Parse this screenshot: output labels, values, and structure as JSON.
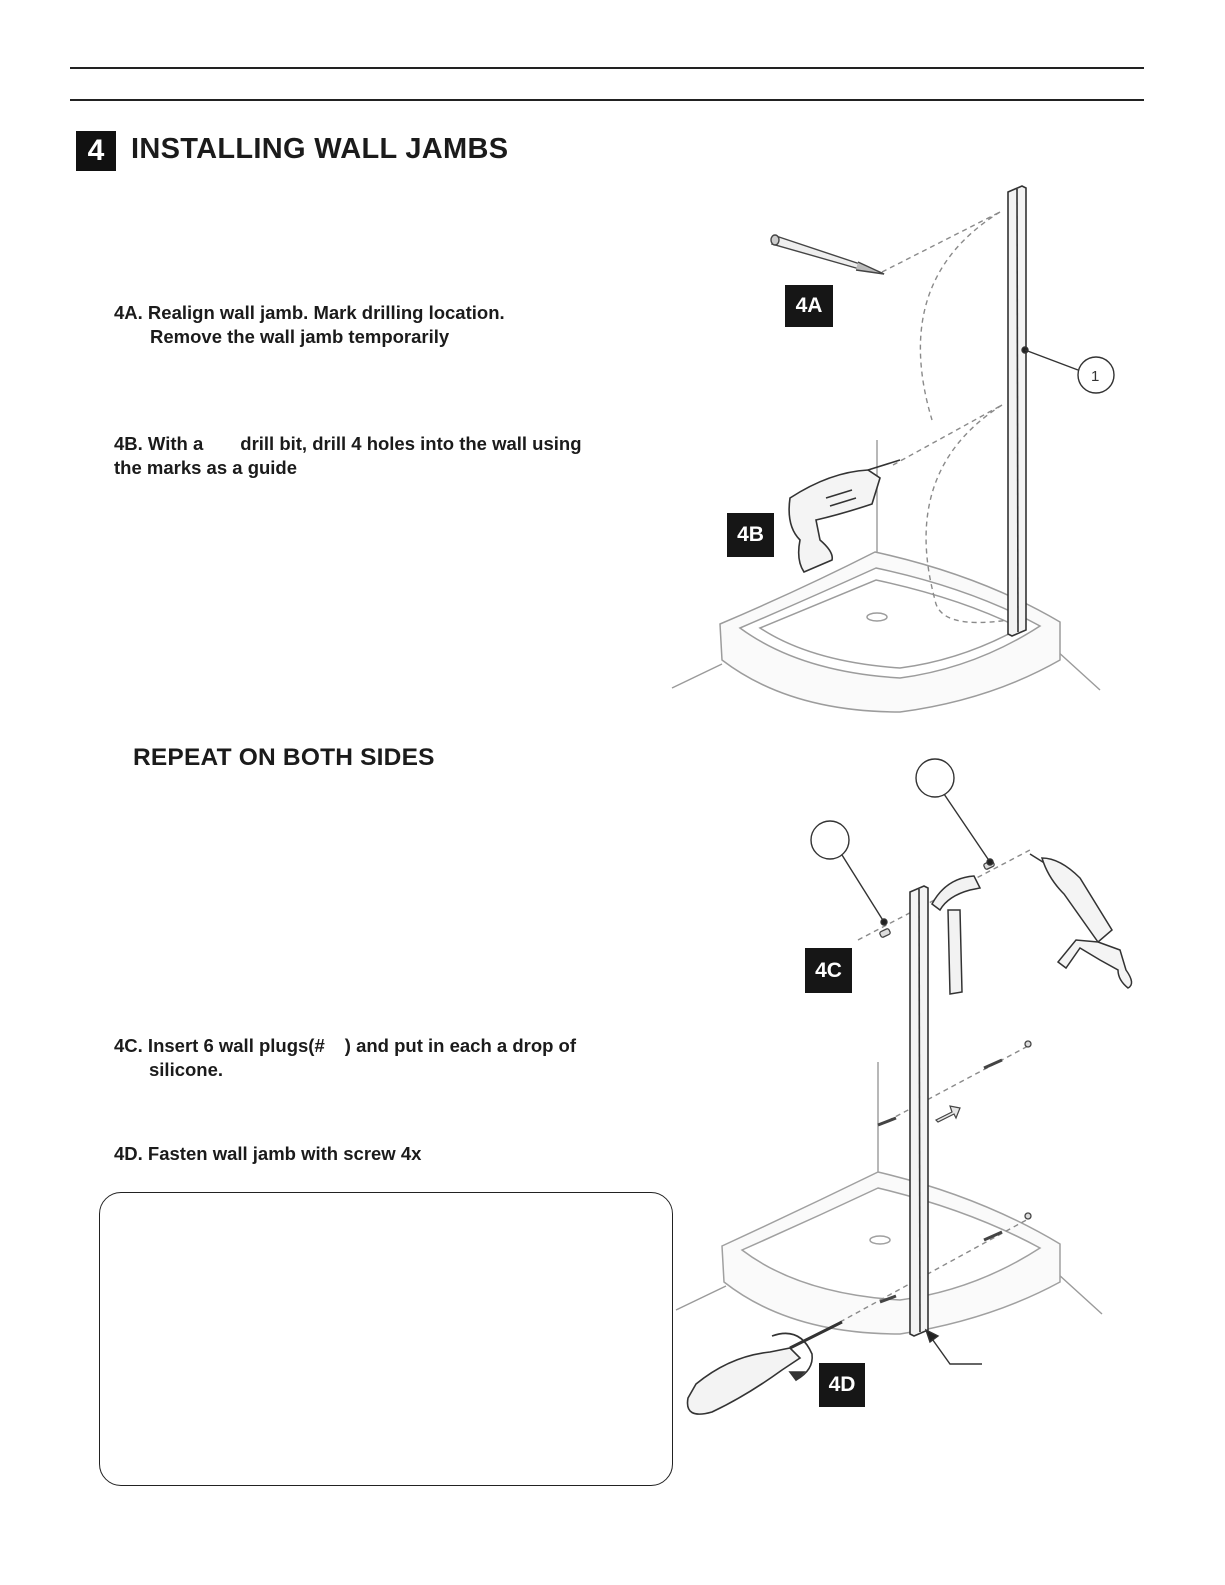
{
  "section": {
    "number": "4",
    "title": "INSTALLING WALL JAMBS"
  },
  "instructions": {
    "step_4a_line1": "4A. Realign wall jamb. Mark drilling location.",
    "step_4a_line2": "Remove the wall jamb temporarily",
    "step_4b_part1": "4B. With a",
    "step_4b_part2": "drill bit, drill 4 holes into the wall using",
    "step_4b_line2": "the marks as a guide",
    "repeat_note": "REPEAT ON BOTH SIDES",
    "step_4c_part1": "4C. Insert 6 wall plugs(#",
    "step_4c_part2": ") and put in each a drop of",
    "step_4c_line2": "silicone.",
    "step_4d": "4D. Fasten wall jamb with screw 4x"
  },
  "figures": {
    "label_4a": "4A",
    "label_4b": "4B",
    "label_4c": "4C",
    "label_4d": "4D",
    "callout_1": "1"
  },
  "colors": {
    "label_bg": "#161616",
    "line": "#555555"
  }
}
